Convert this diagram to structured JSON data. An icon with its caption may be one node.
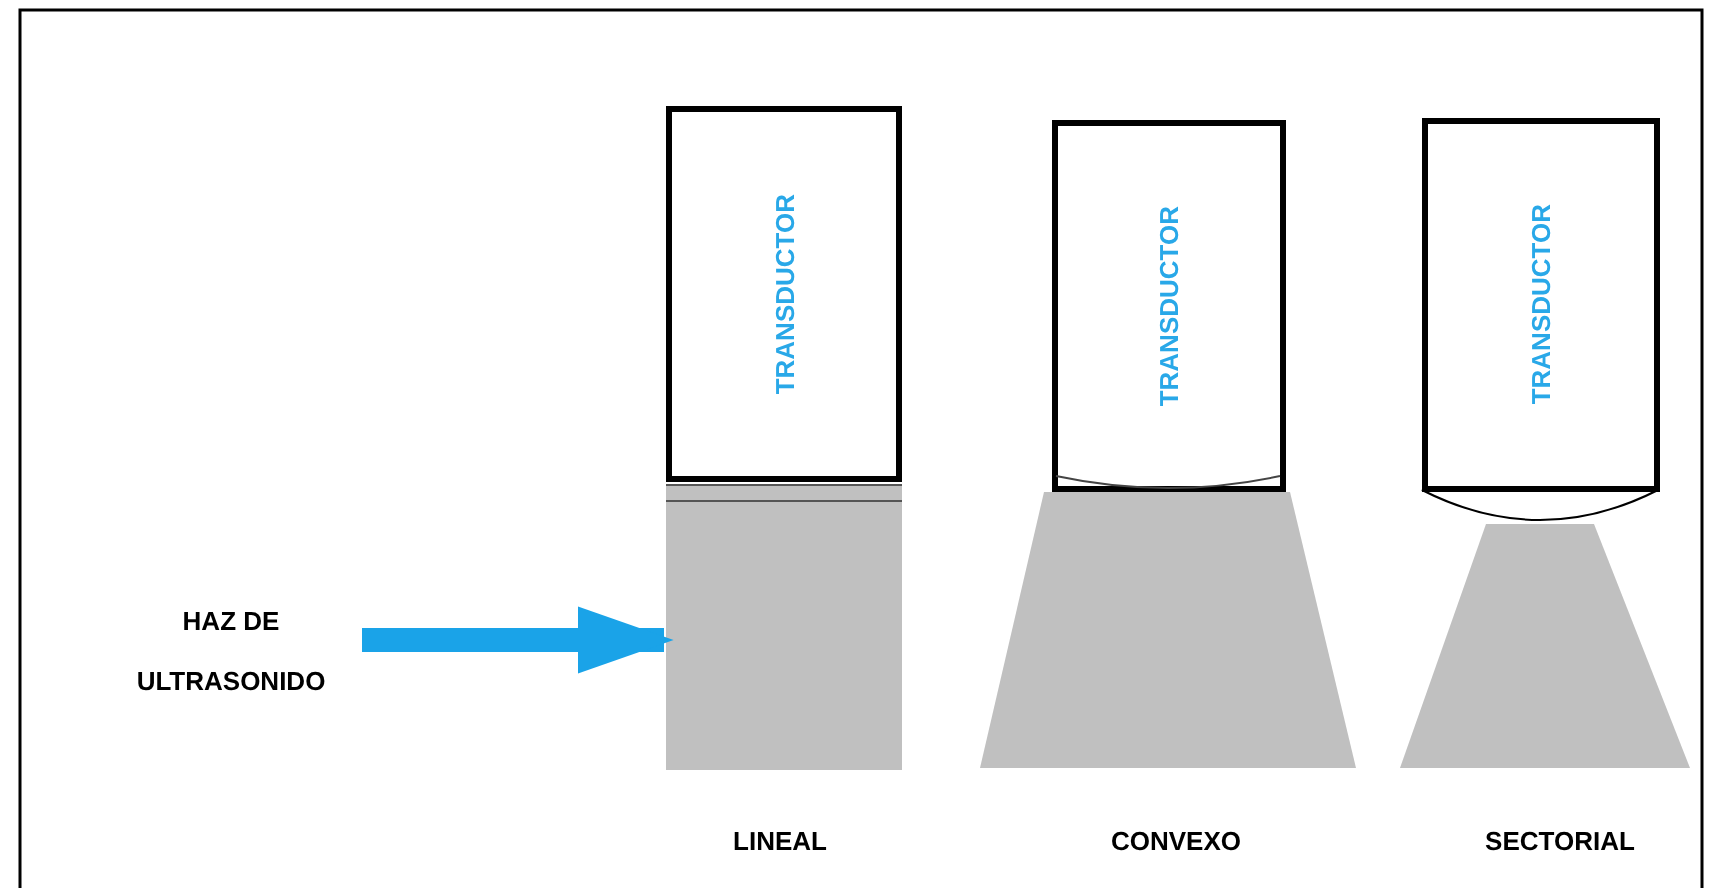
{
  "diagram": {
    "nodes": [
      {
        "text": [
          "HAZ DE ULTRASONIDO"
        ]
      },
      {
        "text": [
          "TRANSDUCTOR"
        ]
      },
      {
        "text": [],
        "shape": "box"
      },
      {
        "text": [
          "TRANSDUCTOR"
        ]
      },
      {
        "text": [
          "TRANSDUCTOR"
        ]
      }
    ],
    "edges": [
      {
        "from": 0,
        "to": 2,
        "arrow": "to"
      }
    ],
    "labels": [
      "LINEAL",
      "CONVEXO",
      "SECTORIAL"
    ]
  }
}
